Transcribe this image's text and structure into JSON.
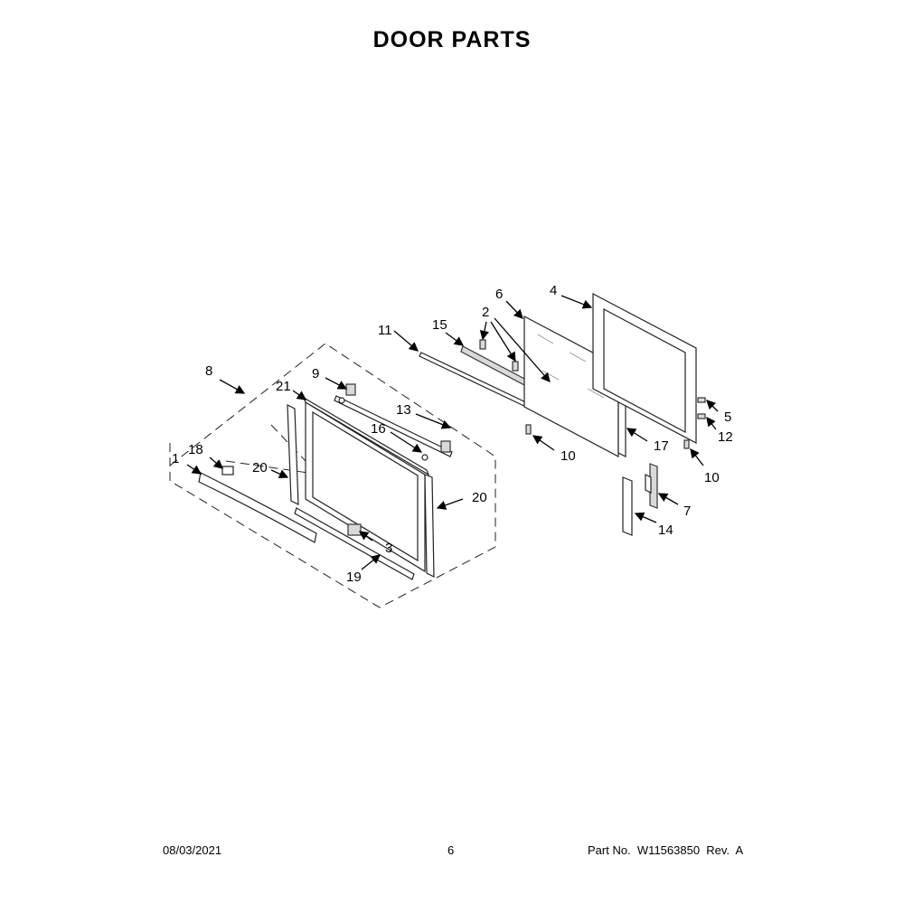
{
  "title": "DOOR PARTS",
  "footer": {
    "date": "08/03/2021",
    "page": "6",
    "part": "Part No.  W11563850  Rev.  A"
  },
  "callouts": [
    {
      "id": "1",
      "label": "1"
    },
    {
      "id": "2",
      "label": "2"
    },
    {
      "id": "3",
      "label": "3"
    },
    {
      "id": "4",
      "label": "4"
    },
    {
      "id": "5",
      "label": "5"
    },
    {
      "id": "6",
      "label": "6"
    },
    {
      "id": "7",
      "label": "7"
    },
    {
      "id": "8",
      "label": "8"
    },
    {
      "id": "9",
      "label": "9"
    },
    {
      "id": "10a",
      "label": "10"
    },
    {
      "id": "10b",
      "label": "10"
    },
    {
      "id": "11",
      "label": "11"
    },
    {
      "id": "12",
      "label": "12"
    },
    {
      "id": "13",
      "label": "13"
    },
    {
      "id": "14",
      "label": "14"
    },
    {
      "id": "15",
      "label": "15"
    },
    {
      "id": "16",
      "label": "16"
    },
    {
      "id": "17",
      "label": "17"
    },
    {
      "id": "18",
      "label": "18"
    },
    {
      "id": "19",
      "label": "19"
    },
    {
      "id": "20a",
      "label": "20"
    },
    {
      "id": "20b",
      "label": "20"
    },
    {
      "id": "21",
      "label": "21"
    }
  ]
}
